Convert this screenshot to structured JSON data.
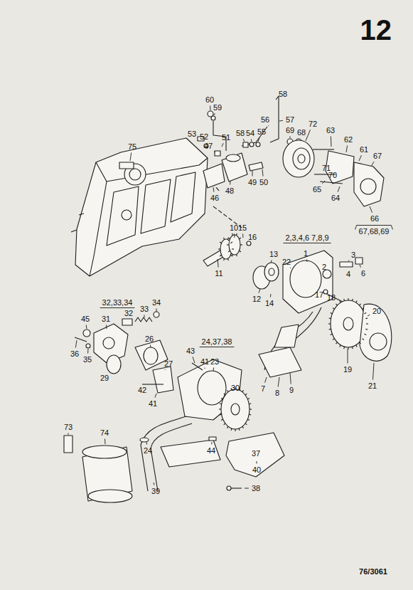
{
  "diagram": {
    "title": "12",
    "labels": [
      "60",
      "59",
      "53",
      "52",
      "51",
      "47",
      "58",
      "57",
      "56",
      "58",
      "54",
      "55",
      "69",
      "68",
      "72",
      "63",
      "62",
      "61",
      "67",
      "71",
      "70",
      "65",
      "64",
      "66",
      "67,68,69",
      "75",
      "46",
      "48",
      "49",
      "50",
      "10",
      "15",
      "16",
      "11",
      "2,3,4,6 7,8,9",
      "1",
      "3",
      "13",
      "22",
      "2",
      "6",
      "4",
      "12",
      "14",
      "17",
      "18",
      "20",
      "19",
      "21",
      "7",
      "8",
      "9",
      "32,33,34",
      "31",
      "32",
      "33",
      "34",
      "45",
      "36",
      "35",
      "26",
      "29",
      "27",
      "43",
      "24,37,38",
      "41",
      "23",
      "42",
      "41",
      "30",
      "24",
      "44",
      "37",
      "38",
      "40",
      "39",
      "73",
      "74",
      "76/3061"
    ]
  }
}
